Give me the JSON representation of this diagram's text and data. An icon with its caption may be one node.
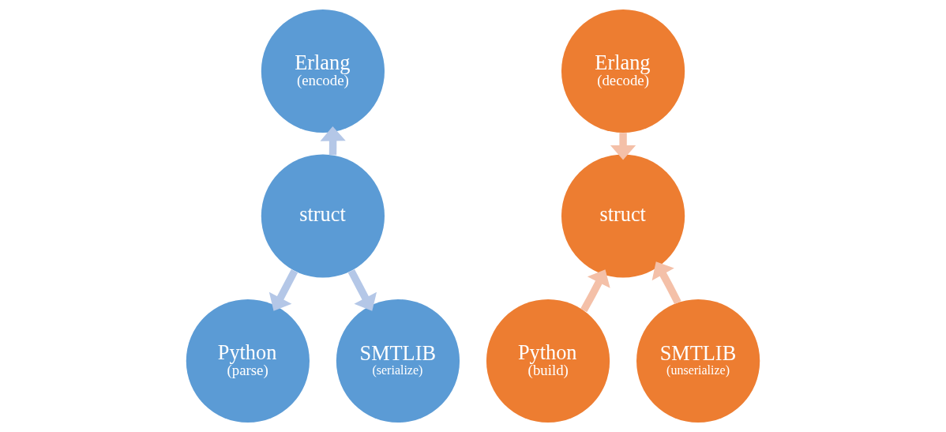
{
  "diagram": {
    "nodes": [
      {
        "text": [
          "Erlang",
          "(encode)"
        ]
      },
      {
        "text": [
          "struct"
        ]
      },
      {
        "text": [
          "Python",
          "(parse)"
        ]
      },
      {
        "text": [
          "SMTLIB",
          "(serialize)"
        ]
      },
      {
        "text": [
          "Erlang",
          "(decode)"
        ]
      },
      {
        "text": [
          "struct"
        ]
      },
      {
        "text": [
          "Python",
          "(build)"
        ]
      },
      {
        "text": [
          "SMTLIB",
          "(unserialize)"
        ]
      }
    ],
    "edges": [
      {
        "from": 1,
        "to": 0,
        "arrow": "to",
        "color": "#b4c7e7"
      },
      {
        "from": 1,
        "to": 2,
        "arrow": "to",
        "color": "#b4c7e7"
      },
      {
        "from": 1,
        "to": 3,
        "arrow": "to",
        "color": "#b4c7e7"
      },
      {
        "from": 4,
        "to": 5,
        "arrow": "to",
        "color": "#f4c0a8"
      },
      {
        "from": 6,
        "to": 5,
        "arrow": "to",
        "color": "#f4c0a8"
      },
      {
        "from": 7,
        "to": 5,
        "arrow": "to",
        "color": "#f4c0a8"
      }
    ]
  }
}
